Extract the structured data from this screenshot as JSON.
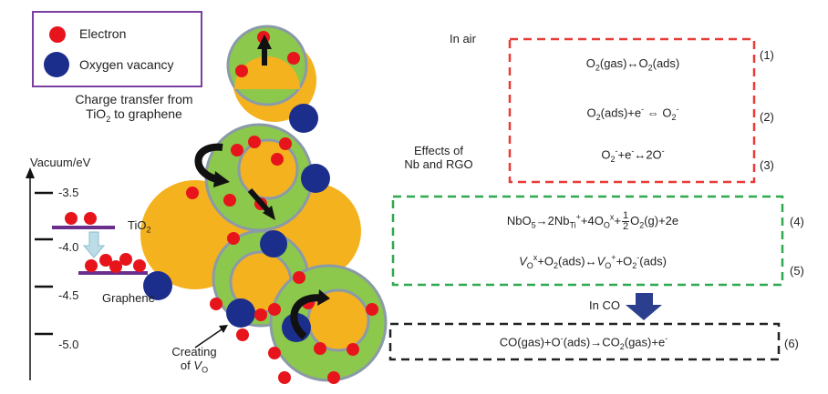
{
  "legend": {
    "electron_label": "Electron",
    "vacancy_label": "Oxygen vacancy"
  },
  "captions": {
    "charge_transfer_1": "Charge transfer from",
    "charge_transfer_2a": "TiO",
    "charge_transfer_2sub": "2",
    "charge_transfer_2b": " to graphene",
    "in_air": "In air",
    "effects_1": "Effects of",
    "effects_2": "Nb and RGO",
    "in_co": "In CO",
    "creating_1": "Creating",
    "creating_2a": "of ",
    "creating_2v": "V",
    "creating_2sub": "O"
  },
  "energy_axis": {
    "title": "Vacuum/eV",
    "ticks": [
      "-3.5",
      "-4.0",
      "-4.5",
      "-5.0"
    ],
    "tio2_a": "TiO",
    "tio2_sub": "2",
    "graphene": "Graphene"
  },
  "equations": {
    "eq1": {
      "a": "O",
      "a_sub": "2",
      "b": "(gas)↔O",
      "b_sub": "2",
      "c": "(ads)",
      "num": "(1)"
    },
    "eq2": {
      "a": "O",
      "a_sub": "2",
      "b": "(ads)+e",
      "b_sup": "-",
      "arrow": " ⇔ ",
      "c": "O",
      "c_sub": "2",
      "c_sup": "-",
      "num": "(2)"
    },
    "eq3": {
      "a": "O",
      "a_sub": "2",
      "a_sup": "-",
      "b": "+e",
      "b_sup": "-",
      "c": "↔2O",
      "c_sup": "-",
      "num": "(3)"
    },
    "eq4": {
      "a": "NbO",
      "a_sub": "5",
      "b": "→2Nb",
      "b_sub": "Ti",
      "b_sup": "+",
      "c": "+4O",
      "c_sub": "O",
      "c_sup": "x",
      "d": "+",
      "frac_top": "1",
      "frac_bot": "2",
      "e": "O",
      "e_sub": "2",
      "f": "(g)+2e",
      "num": "(4)"
    },
    "eq5": {
      "a": "V",
      "a_sub": "O",
      "a_sup": "x",
      "b": "+O",
      "b_sub": "2",
      "c": "(ads)↔",
      "d": "V",
      "d_sub": "O",
      "d_sup": "+",
      "e": "+O",
      "e_sub": "2",
      "e_sup": "-",
      "f": "(ads)",
      "num": "(5)"
    },
    "eq6": {
      "a": "CO(gas)+O",
      "a_sup": "-",
      "b": "(ads)→CO",
      "b_sub": "2",
      "c": "(gas)+e",
      "c_sup": "-",
      "num": "(6)"
    }
  },
  "colors": {
    "electron": "#e8141c",
    "vacancy": "#1c2e8c",
    "graphene_green": "#8cc84b",
    "tio2_orange": "#f5b21f",
    "red_box": "#e83a36",
    "green_box": "#2fa84f",
    "black_box": "#222222",
    "arrow_blue": "#2b3f8e",
    "legend_border": "#7a3fa0"
  }
}
